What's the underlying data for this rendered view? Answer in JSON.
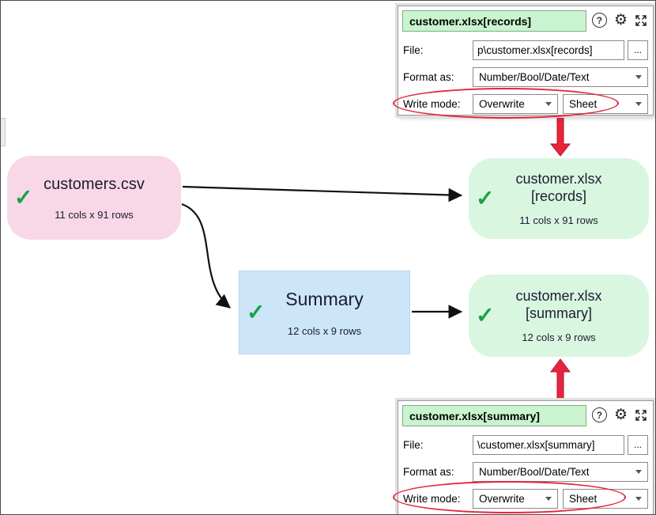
{
  "icons": {
    "check": "✓",
    "help": "?",
    "gear": "⚙"
  },
  "colors": {
    "source_pink": "#f8d7e6",
    "output_green": "#d9f6e0",
    "transform_blue": "#cde5f8",
    "titlebar_green": "#c9f4cf",
    "annotation_red": "#e3273d",
    "check_green": "#16a34a"
  },
  "nodes": {
    "customers_csv": {
      "title": "customers.csv",
      "stats": "11 cols x 91 rows"
    },
    "records_output": {
      "title_line1": "customer.xlsx",
      "title_line2": "[records]",
      "stats": "11 cols x 91 rows"
    },
    "summary_transform": {
      "title": "Summary",
      "stats": "12 cols x 9 rows"
    },
    "summary_output": {
      "title_line1": "customer.xlsx",
      "title_line2": "[summary]",
      "stats": "12 cols x 9 rows"
    }
  },
  "panels": {
    "records": {
      "title": "customer.xlsx[records]",
      "file_label": "File:",
      "file_value": "p\\customer.xlsx[records]",
      "browse_label": "...",
      "format_label": "Format as:",
      "format_value": "Number/Bool/Date/Text",
      "write_mode_label": "Write mode:",
      "write_mode_value": "Overwrite",
      "sheet_value": "Sheet"
    },
    "summary": {
      "title": "customer.xlsx[summary]",
      "file_label": "File:",
      "file_value": "\\customer.xlsx[summary]",
      "browse_label": "...",
      "format_label": "Format as:",
      "format_value": "Number/Bool/Date/Text",
      "write_mode_label": "Write mode:",
      "write_mode_value": "Overwrite",
      "sheet_value": "Sheet"
    }
  }
}
